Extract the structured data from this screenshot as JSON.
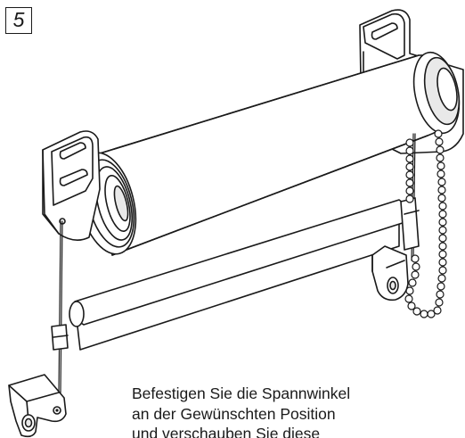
{
  "step": {
    "number": "5"
  },
  "caption": {
    "lines": [
      "Befestigen Sie die Spannwinkel",
      "an der Gewünschten Position",
      "und verschauben Sie diese"
    ]
  },
  "colors": {
    "line": "#1a1a1a",
    "fill": "#ffffff",
    "shade": "#e9e9e9"
  }
}
